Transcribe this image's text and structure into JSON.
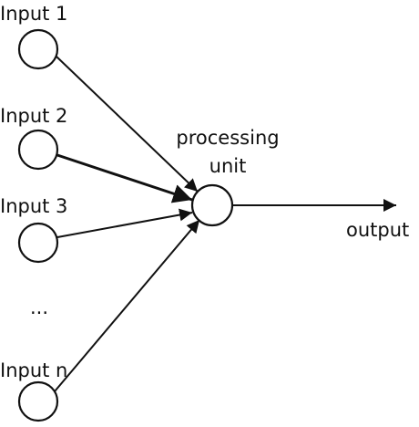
{
  "inputs": [
    {
      "label": "Input 1"
    },
    {
      "label": "Input 2"
    },
    {
      "label": "Input 3"
    },
    {
      "label": "..."
    },
    {
      "label": "Input n"
    }
  ],
  "processing": {
    "line1": "processing",
    "line2": "unit"
  },
  "output": {
    "label": "output"
  },
  "colors": {
    "stroke": "#111111",
    "background": "#ffffff"
  }
}
